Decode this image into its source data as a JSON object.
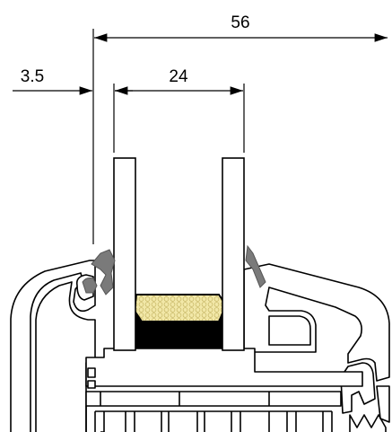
{
  "dimensions": {
    "overall": "56",
    "offset": "3.5",
    "glass": "24"
  },
  "colors": {
    "line": "#000000",
    "gasket": "#7a7a7a",
    "desiccant": "#f2e8a8",
    "desiccant_cells": "#c9ba6a",
    "sealant": "#000000",
    "background": "#ffffff"
  }
}
